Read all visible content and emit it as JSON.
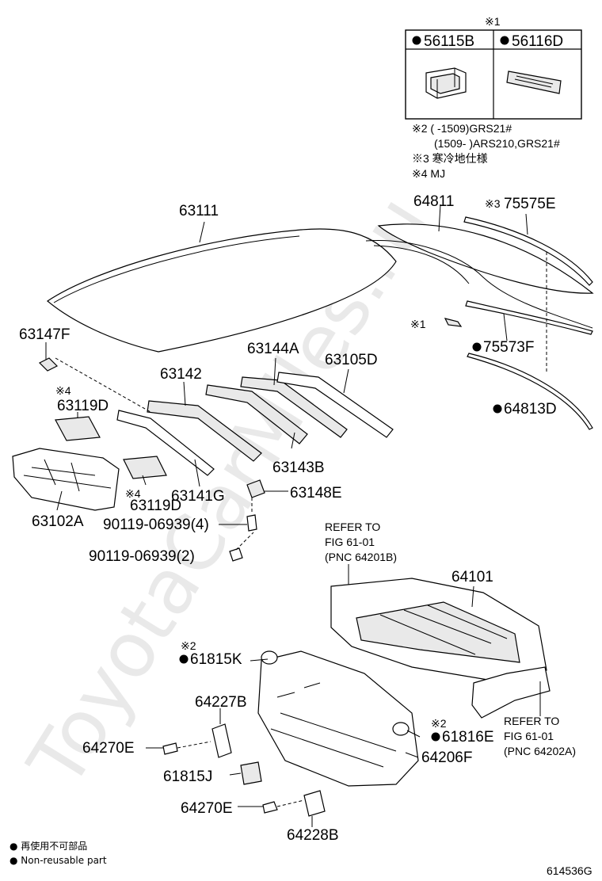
{
  "watermark": "ToyotaCarMiles.ru",
  "note_box": {
    "marker": "※1",
    "parts": [
      {
        "number": "56115B",
        "nonreusable": true
      },
      {
        "number": "56116D",
        "nonreusable": true
      }
    ]
  },
  "notes": [
    "※2 (      -1509)GRS21#",
    "(1509-      )ARS210,GRS21#",
    "※3 寒冷地仕様",
    "※4 MJ"
  ],
  "labels": {
    "p63111": "63111",
    "p64811": "64811",
    "p75575E": "75575E",
    "p75575E_mark": "※3",
    "p_x1": "※1",
    "p75573F": "75573F",
    "p64813D": "64813D",
    "p63147F": "63147F",
    "p63144A": "63144A",
    "p63105D": "63105D",
    "p63142": "63142",
    "p63119D_top_mark": "※4",
    "p63119D_top": "63119D",
    "p63143B": "63143B",
    "p63102A": "63102A",
    "p63119D_bot_mark": "※4",
    "p63119D_bot": "63119D",
    "p63141G": "63141G",
    "p63148E": "63148E",
    "p90119_4": "90119-06939(4)",
    "p90119_2": "90119-06939(2)",
    "ref1_l1": "REFER TO",
    "ref1_l2": "FIG 61-01",
    "ref1_l3": "(PNC 64201B)",
    "p64101": "64101",
    "p61815K_mark": "※2",
    "p61815K": "61815K",
    "p64227B": "64227B",
    "ref2_l1": "REFER TO",
    "ref2_l2": "FIG 61-01",
    "ref2_l3": "(PNC 64202A)",
    "p64270E_a": "64270E",
    "p61816E_mark": "※2",
    "p61816E": "61816E",
    "p64206F": "64206F",
    "p61815J": "61815J",
    "p64270E_b": "64270E",
    "p64228B": "64228B"
  },
  "legend": {
    "line1": "● 再使用不可部品",
    "line2": "● Non-reusable part"
  },
  "figure_id": "614536G"
}
